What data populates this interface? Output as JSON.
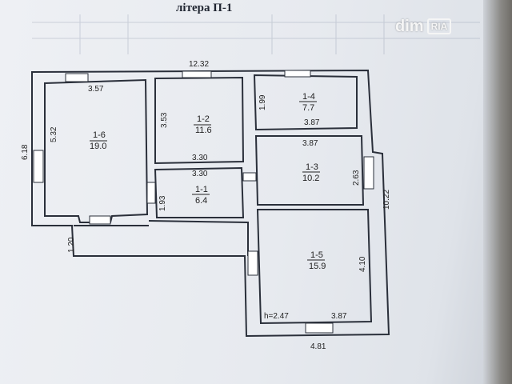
{
  "title": "літера П-1",
  "watermark": {
    "brand": "dim",
    "badge": "RIA"
  },
  "overall": {
    "top": "12.32",
    "left": "6.18",
    "right": "10.22",
    "bottom": "4.81",
    "porch": "1.20"
  },
  "rooms": [
    {
      "id": "1-6",
      "area": "19.0",
      "dim_a": "3.57",
      "dim_b": "5.32"
    },
    {
      "id": "1-2",
      "area": "11.6",
      "dim_a": "3.53",
      "dim_b": "3.30"
    },
    {
      "id": "1-4",
      "area": "7.7",
      "dim_a": "1.99",
      "dim_b": "3.87"
    },
    {
      "id": "1-3",
      "area": "10.2",
      "dim_a": "3.87",
      "dim_b": "2.63"
    },
    {
      "id": "1-1",
      "area": "6.4",
      "dim_a": "3.30",
      "dim_b": "1.93"
    },
    {
      "id": "1-5",
      "area": "15.9",
      "dim_a": "4.10",
      "dim_b": "3.87"
    }
  ],
  "height_label": "h=2.47"
}
